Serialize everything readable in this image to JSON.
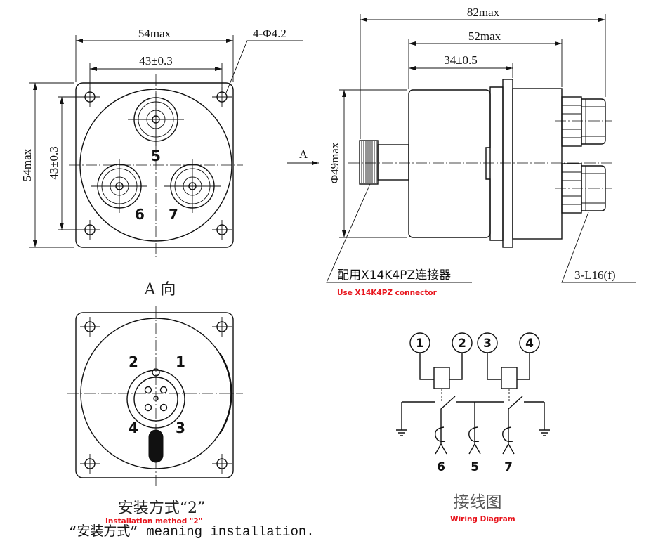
{
  "colors": {
    "line": "#111111",
    "annotation_red": "#e8141c",
    "caption_grey": "#555555"
  },
  "front_view": {
    "width_dim": "54max",
    "hole_spec": "4-Φ4.2",
    "hole_spacing_h": "43±0.3",
    "height_dim": "54max",
    "hole_spacing_v": "43±0.3",
    "connector_labels": [
      "5",
      "6",
      "7"
    ]
  },
  "side_view": {
    "overall_length": "82max",
    "body_length": "52max",
    "flange_offset": "34±0.5",
    "view_arrow": "A",
    "diameter": "Φ49max",
    "connector_note": "配用X14K4PZ连接器",
    "connector_note_en": "Use X14K4PZ connector",
    "gland_spec": "3-L16(f)"
  },
  "view_a": {
    "title": "A 向",
    "pin_labels": [
      "2",
      "1",
      "4",
      "3"
    ],
    "caption": "安装方式“2”",
    "caption_en": "Installation method \"2\""
  },
  "wiring": {
    "terminals": [
      "1",
      "2",
      "3",
      "4"
    ],
    "contacts": [
      "6",
      "5",
      "7"
    ],
    "title": "接线图",
    "title_en": "Wiring Diagram"
  },
  "footnote": "“安装方式” meaning installation."
}
